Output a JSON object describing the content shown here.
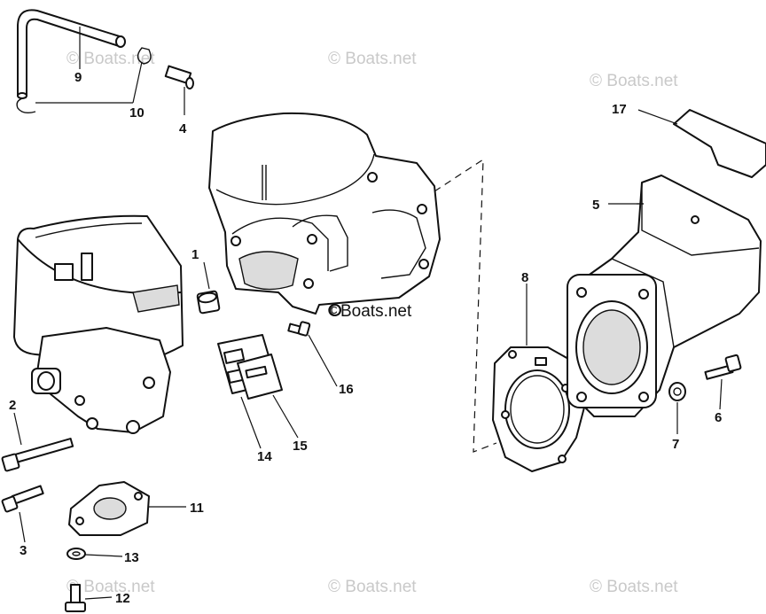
{
  "diagram": {
    "watermark_text": "© Boats.net",
    "inline_watermark_text": "©Boats.net",
    "callouts": {
      "c1": "1",
      "c2": "2",
      "c3": "3",
      "c4": "4",
      "c5": "5",
      "c6": "6",
      "c7": "7",
      "c8": "8",
      "c9": "9",
      "c10": "10",
      "c11": "11",
      "c12": "12",
      "c13": "13",
      "c14": "14",
      "c15": "15",
      "c16": "16",
      "c17": "17"
    }
  }
}
